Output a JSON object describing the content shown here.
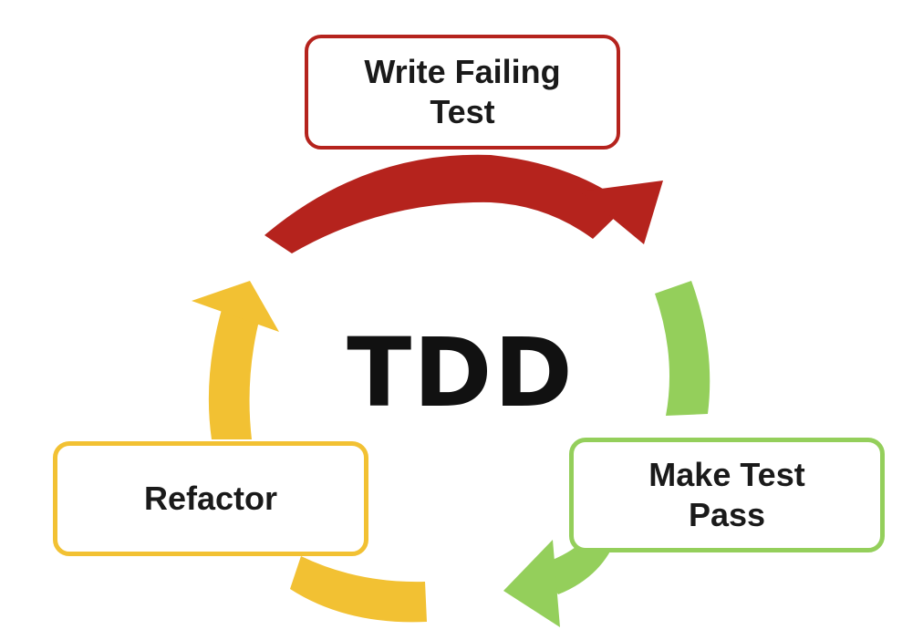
{
  "title": "TDD",
  "steps": [
    {
      "line1": "Write Failing",
      "line2": "Test",
      "color": "#b5231d"
    },
    {
      "line1": "Make Test",
      "line2": "Pass",
      "color": "#94cf5b"
    },
    {
      "line1": "Refactor",
      "line2": "",
      "color": "#f2c133"
    }
  ]
}
